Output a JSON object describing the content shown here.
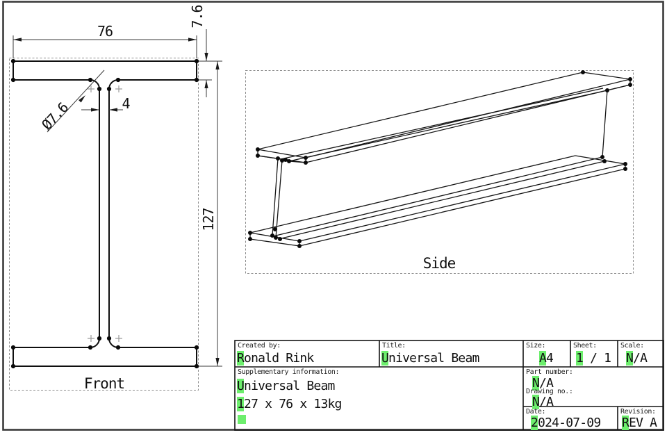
{
  "page": {
    "background": "#ffffff",
    "frame_color": "#3b3b3b"
  },
  "colors": {
    "line": "#0f0f0f",
    "dim_line": "#3a3a3a",
    "dashed_border": "#8c8c8c",
    "highlight_green": "#6dee6d"
  },
  "front_view": {
    "label": "Front",
    "dim_width": "76",
    "dim_flange_thickness": "7.6",
    "dim_height": "127",
    "dim_web_thickness": "4",
    "dim_fillet_diameter": "Ø7.6"
  },
  "side_view": {
    "label": "Side"
  },
  "title_block": {
    "created_by": {
      "label": "Created by:",
      "value": "Ronald Rink"
    },
    "title": {
      "label": "Title:",
      "value": "Universal Beam"
    },
    "size": {
      "label": "Size:",
      "value": "A4"
    },
    "sheet": {
      "label": "Sheet:",
      "value": "1 / 1"
    },
    "scale": {
      "label": "Scale:",
      "value": "N/A"
    },
    "supplementary": {
      "label": "Supplementary information:",
      "line1": "Universal Beam",
      "line2": "127 x 76 x 13kg"
    },
    "part_number": {
      "label": "Part number:",
      "value": "N/A"
    },
    "drawing_no": {
      "label": "Drawing no.:",
      "value": "N/A"
    },
    "date": {
      "label": "Date:",
      "value": "2024-07-09"
    },
    "revision": {
      "label": "Revision:",
      "value": "REV A"
    }
  }
}
